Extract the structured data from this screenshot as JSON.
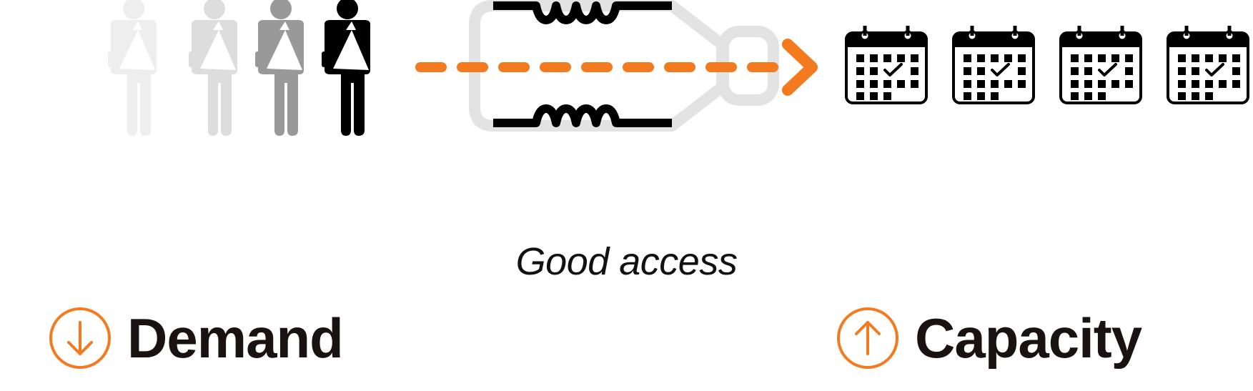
{
  "caption": "Good access",
  "demand": {
    "label": "Demand",
    "direction": "down",
    "icon": "arrow-down-circle-icon"
  },
  "capacity": {
    "label": "Capacity",
    "direction": "up",
    "icon": "arrow-up-circle-icon"
  },
  "patients": {
    "count": 4,
    "icon": "patient-with-arm-sling-icon",
    "shades": [
      "#eeeeee",
      "#dddddd",
      "#999999",
      "#000000"
    ]
  },
  "bottleneck": {
    "icon": "bottleneck-bottle-icon",
    "outline_color": "#e3e3e3",
    "wall_color": "#000000"
  },
  "flow": {
    "style": "dashed-arrow",
    "color": "#f47a20"
  },
  "appointments": {
    "count": 4,
    "icon": "calendar-with-check-icon"
  },
  "colors": {
    "accent": "#f47a20",
    "text": "#1a1210",
    "background": "#ffffff"
  }
}
